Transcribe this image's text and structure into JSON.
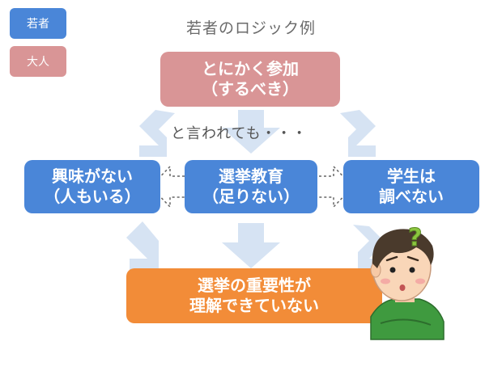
{
  "legend": {
    "youth": {
      "label": "若者",
      "color": "#4a86d8"
    },
    "adult": {
      "label": "大人",
      "color": "#d99596"
    }
  },
  "title": "若者のロジック例",
  "top_box": {
    "lines": [
      "とにかく参加",
      "（するべき）"
    ],
    "color": "#d99596"
  },
  "connector_text": "と言われても・・・",
  "middle_boxes": [
    {
      "lines": [
        "興味がない",
        "（人もいる）"
      ]
    },
    {
      "lines": [
        "選挙教育",
        "（足りない）"
      ]
    },
    {
      "lines": [
        "学生は",
        "調べない"
      ]
    }
  ],
  "bottom_box": {
    "lines": [
      "選挙の重要性が",
      "理解できていない"
    ],
    "color": "#f28c38"
  },
  "character": {
    "question_mark": "?"
  },
  "colors": {
    "youth_box": "#4a86d8",
    "arrow": "#d6e3f3"
  }
}
